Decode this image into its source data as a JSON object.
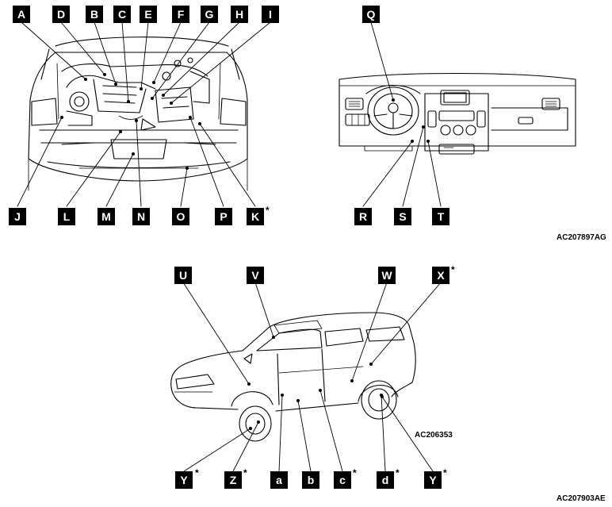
{
  "engine_labels": [
    "A",
    "D",
    "B",
    "C",
    "E",
    "F",
    "G",
    "H",
    "I",
    "J",
    "L",
    "M",
    "N",
    "O",
    "P",
    "K"
  ],
  "dash_labels": [
    "Q",
    "R",
    "S",
    "T"
  ],
  "car_labels": [
    "U",
    "V",
    "W",
    "X",
    "Y",
    "Z",
    "a",
    "b",
    "c",
    "d",
    "Y"
  ],
  "asterisk": "*",
  "codes": {
    "top": "AC207897AG",
    "car": "AC206353",
    "bottom": "AC207903AE"
  }
}
